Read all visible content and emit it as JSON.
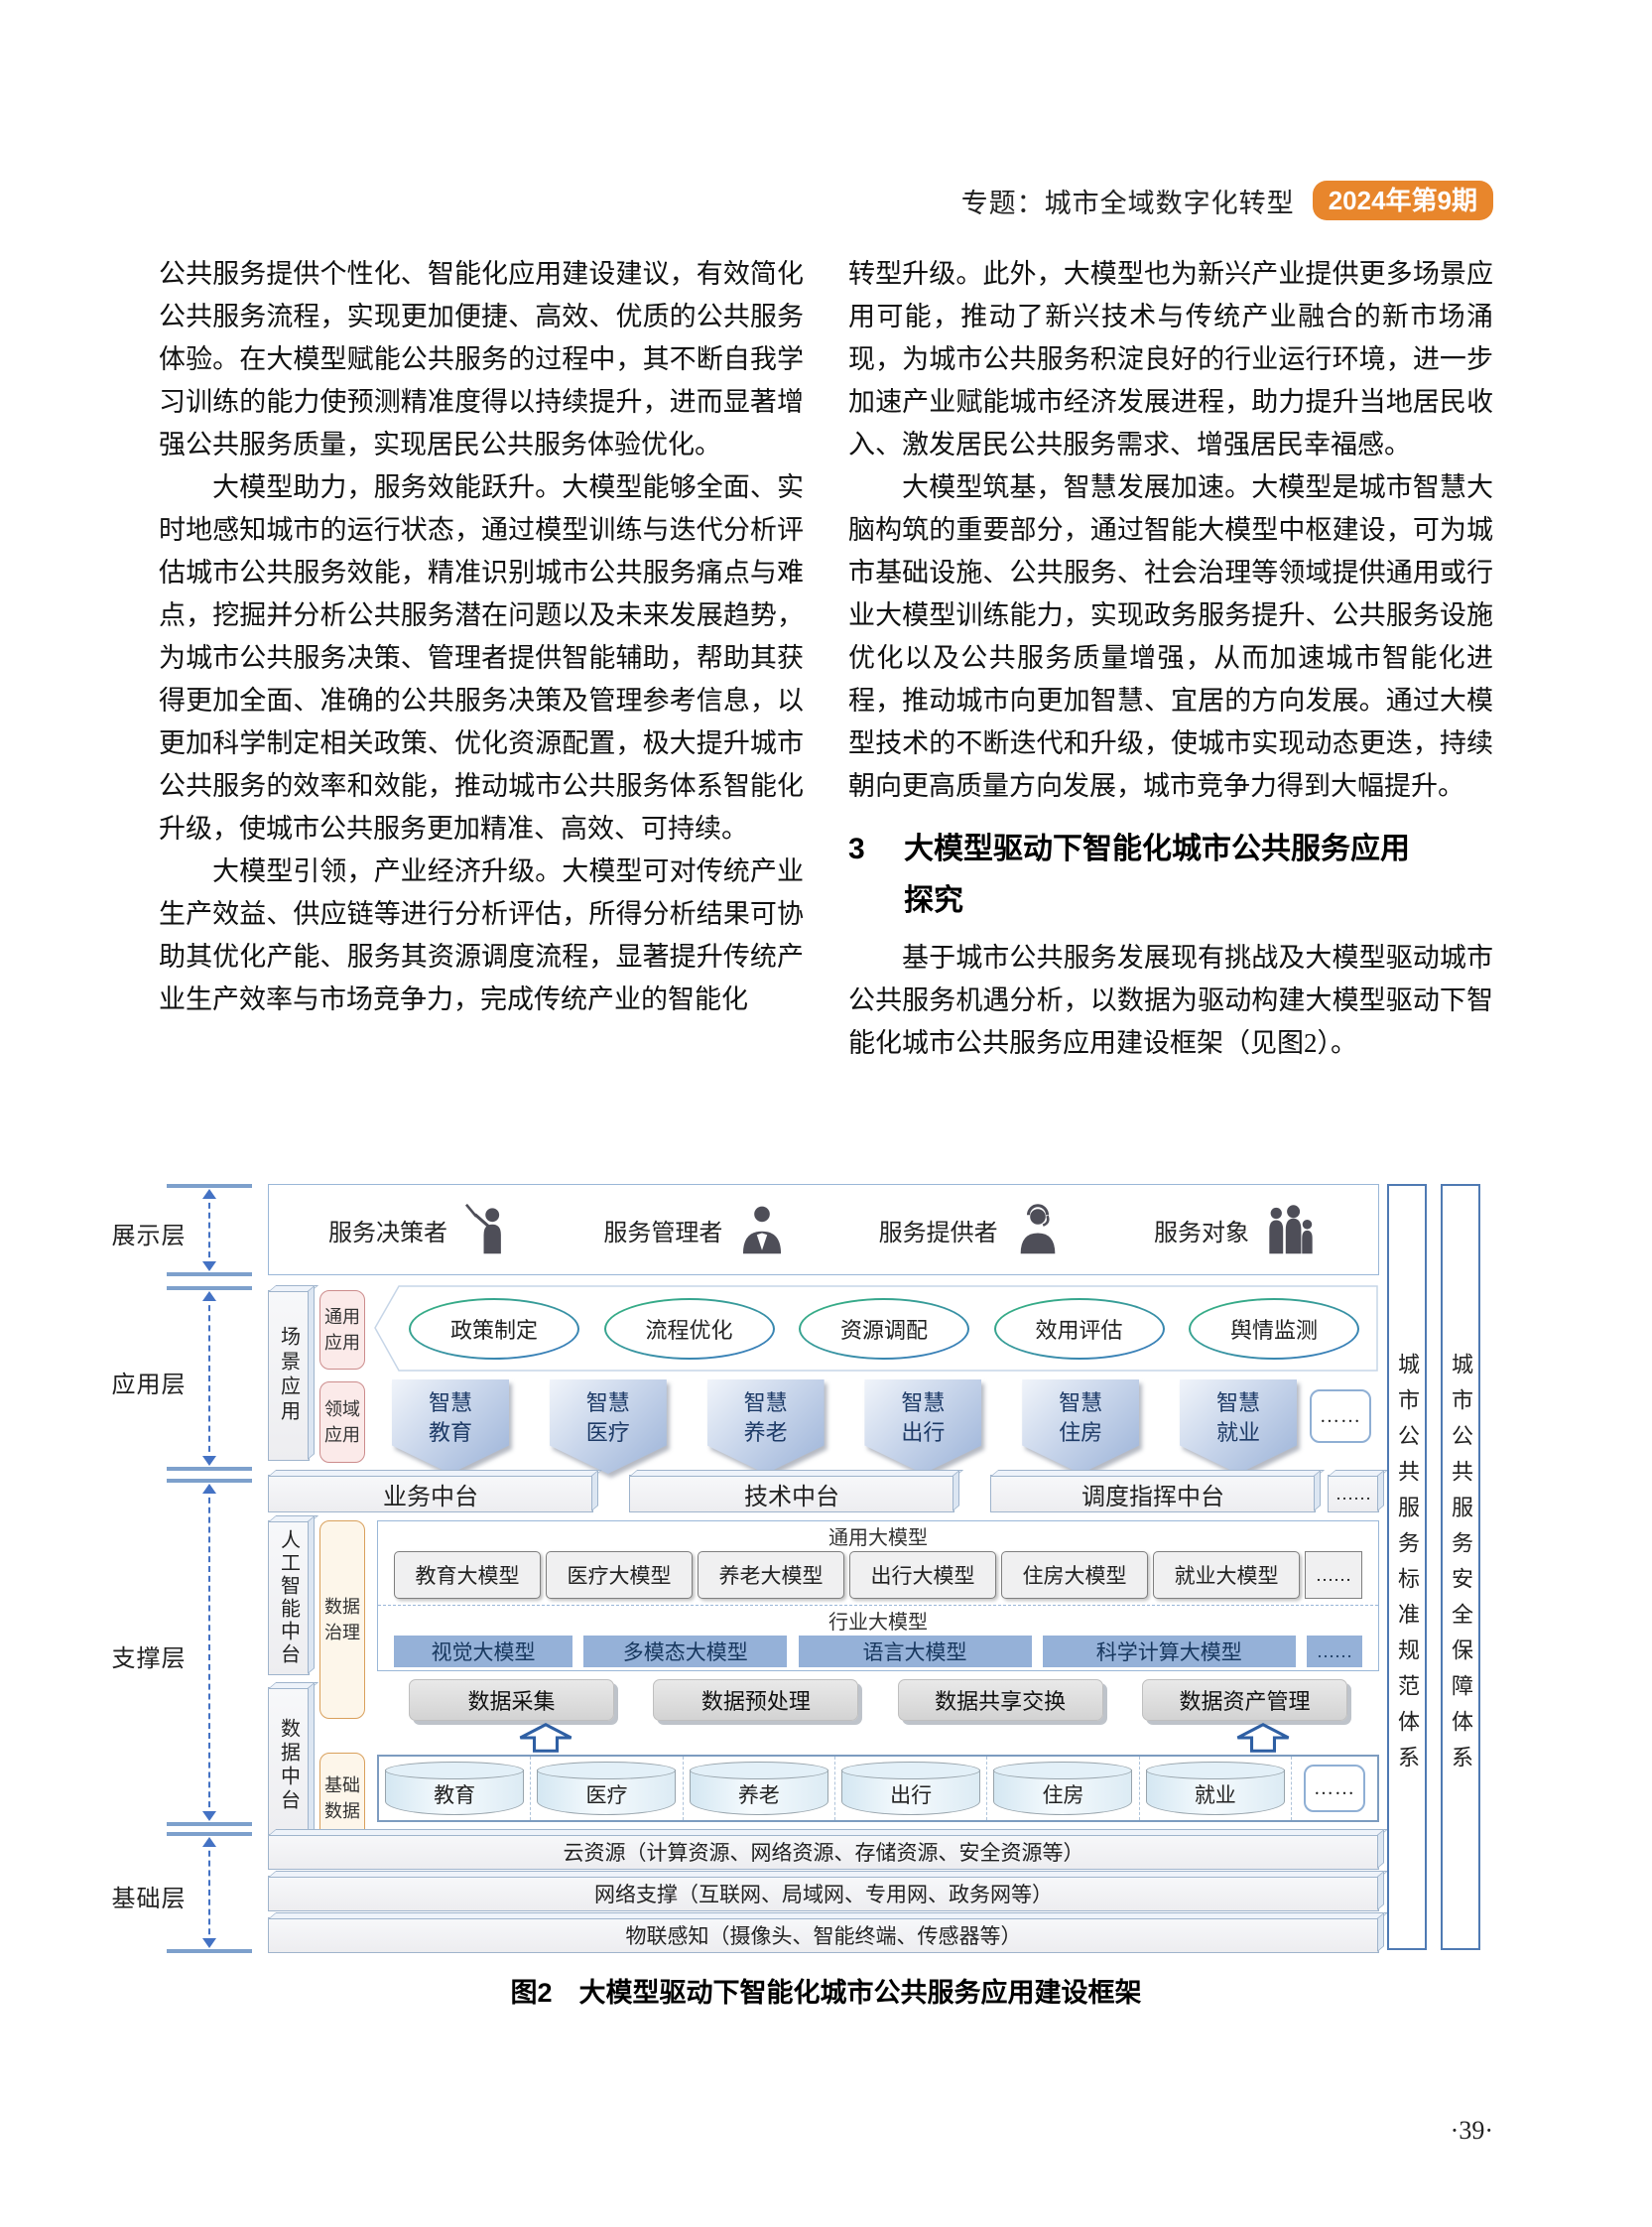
{
  "header": {
    "topic_label": "专题：城市全域数字化转型",
    "issue_badge": "2024年第9期",
    "badge_color": "#e8862c"
  },
  "article": {
    "left_column": {
      "p1": "公共服务提供个性化、智能化应用建设建议，有效简化公共服务流程，实现更加便捷、高效、优质的公共服务体验。在大模型赋能公共服务的过程中，其不断自我学习训练的能力使预测精准度得以持续提升，进而显著增强公共服务质量，实现居民公共服务体验优化。",
      "p2": "大模型助力，服务效能跃升。大模型能够全面、实时地感知城市的运行状态，通过模型训练与迭代分析评估城市公共服务效能，精准识别城市公共服务痛点与难点，挖掘并分析公共服务潜在问题以及未来发展趋势，为城市公共服务决策、管理者提供智能辅助，帮助其获得更加全面、准确的公共服务决策及管理参考信息，以更加科学制定相关政策、优化资源配置，极大提升城市公共服务的效率和效能，推动城市公共服务体系智能化升级，使城市公共服务更加精准、高效、可持续。",
      "p3": "大模型引领，产业经济升级。大模型可对传统产业生产效益、供应链等进行分析评估，所得分析结果可协助其优化产能、服务其资源调度流程，显著提升传统产业生产效率与市场竞争力，完成传统产业的智能化"
    },
    "right_column": {
      "p1": "转型升级。此外，大模型也为新兴产业提供更多场景应用可能，推动了新兴技术与传统产业融合的新市场涌现，为城市公共服务积淀良好的行业运行环境，进一步加速产业赋能城市经济发展进程，助力提升当地居民收入、激发居民公共服务需求、增强居民幸福感。",
      "p2": "大模型筑基，智慧发展加速。大模型是城市智慧大脑构筑的重要部分，通过智能大模型中枢建设，可为城市基础设施、公共服务、社会治理等领域提供通用或行业大模型训练能力，实现政务服务提升、公共服务设施优化以及公共服务质量增强，从而加速城市智能化进程，推动城市向更加智慧、宜居的方向发展。通过大模型技术的不断迭代和升级，使城市实现动态更迭，持续朝向更高质量方向发展，城市竞争力得到大幅提升。"
    },
    "section3": {
      "number": "3",
      "title_line1": "大模型驱动下智能化城市公共服务应用",
      "title_line2": "探究",
      "p1": "基于城市公共服务发展现有挑战及大模型驱动城市公共服务机遇分析，以数据为驱动构建大模型驱动下智能化城市公共服务应用建设框架（见图2）。"
    }
  },
  "figure": {
    "dots": "……",
    "layer_labels": [
      "展示层",
      "应用层",
      "支撑层",
      "基础层"
    ],
    "display_roles": [
      "服务决策者",
      "服务管理者",
      "服务提供者",
      "服务对象"
    ],
    "app": {
      "scene": "场景应用",
      "general": "通用\n应用",
      "domain": "领域\n应用",
      "general_items": [
        "政策制定",
        "流程优化",
        "资源调配",
        "效用评估",
        "舆情监测"
      ],
      "domain_items": [
        "智慧\n教育",
        "智慧\n医疗",
        "智慧\n养老",
        "智慧\n出行",
        "智慧\n住房",
        "智慧\n就业"
      ]
    },
    "platforms": [
      "业务中台",
      "技术中台",
      "调度指挥中台"
    ],
    "support": {
      "ai_platform": "人工智能中台",
      "data_platform": "数据中台",
      "data_governance": "数据\n治理",
      "base_data": "基础\n数据",
      "general_label": "通用大模型",
      "general_models": [
        "教育大模型",
        "医疗大模型",
        "养老大模型",
        "出行大模型",
        "住房大模型",
        "就业大模型"
      ],
      "industry_label": "行业大模型",
      "industry_models": [
        "视觉大模型",
        "多模态大模型",
        "语言大模型",
        "科学计算大模型"
      ],
      "process": [
        "数据采集",
        "数据预处理",
        "数据共享交换",
        "数据资产管理"
      ],
      "databases": [
        "教育",
        "医疗",
        "养老",
        "出行",
        "住房",
        "就业"
      ]
    },
    "foundation": [
      "云资源（计算资源、网络资源、存储资源、安全资源等）",
      "网络支撑（互联网、局域网、专用网、政务网等）",
      "物联感知（摄像头、智能终端、传感器等）"
    ],
    "right_bars": [
      "城市公共服务标准规范体系",
      "城市公共服务安全保障体系"
    ],
    "caption": "图2　大模型驱动下智能化城市公共服务应用建设框架"
  },
  "page_number": "·39·"
}
